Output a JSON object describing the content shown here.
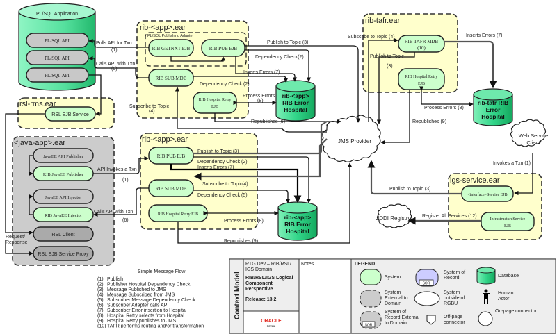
{
  "containers": {
    "plsql_app": "PL/SQL Application",
    "rib_app_ear_top": "rib-<app>.ear",
    "plsql_adapter": "PL/SQL Publishing Adapter",
    "rib_tafr_ear": "rib-tafr.ear",
    "rsl_rms_ear": "rsl-rms.ear",
    "java_app_ear": "<java-app>.ear",
    "rib_app_ear_mid": "rib-<app>.ear",
    "igs_service_ear": "igs-service.ear"
  },
  "components": {
    "plsql_api_1": "PL/SQL API",
    "plsql_api_2": "PL/SQL API",
    "plsql_api_3": "PL/SQL API",
    "rib_getnxt_ejb": "RIB GETNXT EJB",
    "rib_pub_ejb_top": "RIB PUB EJB",
    "rib_sub_mdb_top": "RIB SUB MDB",
    "rib_hospital_retry_top": [
      "RIB Hospital Retry",
      "EJB"
    ],
    "rib_tafr_mdb": [
      "RIB TAFR MDB",
      "(10)"
    ],
    "rib_hospital_retry_tafr": [
      "RIB Hospital Retry",
      "EJB"
    ],
    "rsl_ejb_service": "RSL EJB Service",
    "javaee_api_publisher": "JavaEE API  Publisher",
    "rib_javaee_publisher": "RIB JavaEE Publisher",
    "javaee_api_injector": "JavaEE API Injector",
    "rib_javaee_injector": "RIB JavaEE Injector",
    "rsl_client": "RSL Client",
    "rsl_ejb_service_proxy": "RSL EJB Service Proxy",
    "rib_pub_ejb_mid": "RIB PUB EJB",
    "rib_sub_mdb_mid": "RIB SUB MDB",
    "rib_hospital_retry_mid": "RIB Hospital Retry EJB",
    "interface_service_ejb": "<interface>Service EJB",
    "infrastructure_service_ejb": [
      "InfrastructureService",
      "EJB"
    ]
  },
  "databases": {
    "hospital_top": [
      "rib-<app>",
      "RIB Error",
      "Hospital"
    ],
    "hospital_tafr": [
      "rib-tafr RIB",
      "Error",
      "Hospital"
    ],
    "hospital_mid": [
      "rib-<app>",
      "RIB Error",
      "Hospital"
    ]
  },
  "clouds": {
    "jms_provider": "JMS Provider",
    "web_service_client": [
      "Web Service",
      "Client"
    ],
    "uddi_registry": "UDDI Registry"
  },
  "flow_labels": {
    "polls_api": "Polls API for Txn",
    "polls_api_num": "(1)",
    "calls_api_top": "Calls API with Txn",
    "calls_api_top_num": "(6)",
    "publish_topic_top": "Publish to Topic (3)",
    "dep_check_top_a": "Dependency Check(2)",
    "inserts_errors_top": "Inserts Errors (7)",
    "dep_check_top_b": "Dependency Check (2)",
    "process_errors_top": "Process Errors",
    "process_errors_top_num": "(8)",
    "subscribe_topic_top": "Subscribe to Topic",
    "subscribe_topic_top_num": "(4)",
    "republishes_top": "Republishes (9)",
    "tafr_subscribe": "Subscribe to Topic (4)",
    "tafr_publish": "Publish to Topic",
    "tafr_publish_num": "(3)",
    "tafr_inserts_errors": "Inserts Errors   (7)",
    "tafr_process_errors": "Process Errors   (8)",
    "tafr_republishes": "Republishes   (9)",
    "api_invokes": "API Invokes a Txn",
    "api_invokes_num": "(1)",
    "calls_api_mid": "Calls API with Txn",
    "calls_api_mid_num": "(6)",
    "publish_topic_mid": "Publish to Topic   (3)",
    "dep_check_mid": "Dependency Check  (2)",
    "inserts_errors_mid": "Inserts Errors   (7)",
    "subscribe_topic_mid": "Subscribe to Topic(4)",
    "dep_check_mid_5": "Dependency Check  (5)",
    "process_errors_mid": "Process Errors  (8)",
    "republishes_mid": "Republishes   (9)",
    "request_response": [
      "Request/",
      "Response"
    ],
    "invokes_txn_ws": "Invokes a Txn (1)",
    "publish_topic_igs": "Publish to Topic   (3)",
    "register_services": "Register All Services (12)"
  },
  "message_flow": {
    "title": "Simple Message Flow",
    "items": [
      {
        "num": "(1)",
        "text": "Publish"
      },
      {
        "num": "(2)",
        "text": "Publisher Hospital Dependency Check"
      },
      {
        "num": "(3)",
        "text": "Message Published to JMS"
      },
      {
        "num": "(4)",
        "text": "Message Subscribed from JMS"
      },
      {
        "num": "(5)",
        "text": "Subscriber Message Dependency Check"
      },
      {
        "num": "(6)",
        "text": "Subscriber Adapter calls API"
      },
      {
        "num": "(7)",
        "text": "Subscriber Error insertion to Hospital"
      },
      {
        "num": "(8)",
        "text": "Hospital Retry selects from Hospital"
      },
      {
        "num": "(9)",
        "text": "Hospital Retry publishes to JMS"
      },
      {
        "num": "(10)",
        "text": "TAFR performs routing and/or transformation"
      }
    ]
  },
  "title_block": {
    "side_label": "Context Model",
    "domain": [
      "RTG Dev – RIB/RSL/",
      "IGS Domain"
    ],
    "perspective": [
      "RIB/RSL/IGS Logical",
      "Component",
      "Perspective"
    ],
    "release": "Release:  13.2",
    "notes_label": "Notes",
    "logo_text": "ORACLE",
    "logo_sub": "RETAIL"
  },
  "legend": {
    "title": "LEGEND",
    "system": "System",
    "system_of_record": [
      "System of",
      "Record"
    ],
    "sor_tag": "SOR",
    "database": "Database",
    "system_external": [
      "System",
      "External to",
      "Domain"
    ],
    "system_outside": [
      "System",
      "outside of",
      "RGBU"
    ],
    "human_actor": [
      "Human",
      "Actor"
    ],
    "sor_external": [
      "System of",
      "Record External",
      "to Domain"
    ],
    "offpage": [
      "Off-page",
      "connector"
    ],
    "onpage": "On-page connector"
  },
  "colors": {
    "system_fill": "#ccffcc",
    "ear_fill": "#ffffcc",
    "external_fill": "#cccccc",
    "db_fill": "#33cc88",
    "sor_fill": "#ccccff",
    "logo_red": "#e2231a"
  }
}
